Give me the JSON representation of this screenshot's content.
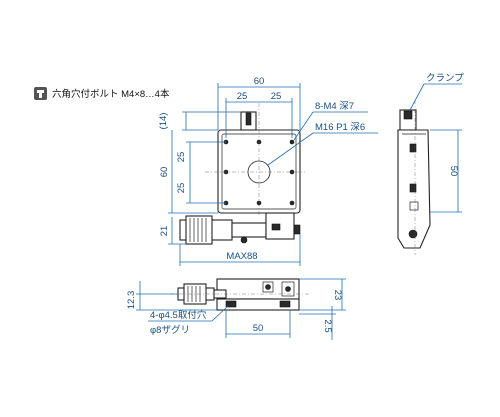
{
  "legend": {
    "icon": "hex-bolt-icon",
    "text": "六角穴付ボルト M4×8…4本"
  },
  "top_view": {
    "dim_total_width": "60",
    "dim_half_left": "25",
    "dim_half_right": "25",
    "dim_total_height": "60",
    "dim_upper": "25",
    "dim_lower": "25",
    "dim_top_offset": "(14)",
    "dim_micrometer": "21",
    "dim_max_travel": "MAX88",
    "callout_tapped_holes": "8-M4 深7",
    "callout_center_hole": "M16 P1 深6"
  },
  "side_view": {
    "label_clamp": "クランプ",
    "dim_height": "50"
  },
  "front_view": {
    "dim_overall_height": "23",
    "dim_axis_height": "12.3",
    "dim_width": "50",
    "dim_base": "2.5",
    "callout_mount_holes": "4-φ4.5取付穴",
    "callout_counterbore": "φ8ザグリ"
  },
  "colors": {
    "dimension_lines": "#1f6fb0",
    "dimension_text": "#1a4f86",
    "outline": "#222222"
  }
}
